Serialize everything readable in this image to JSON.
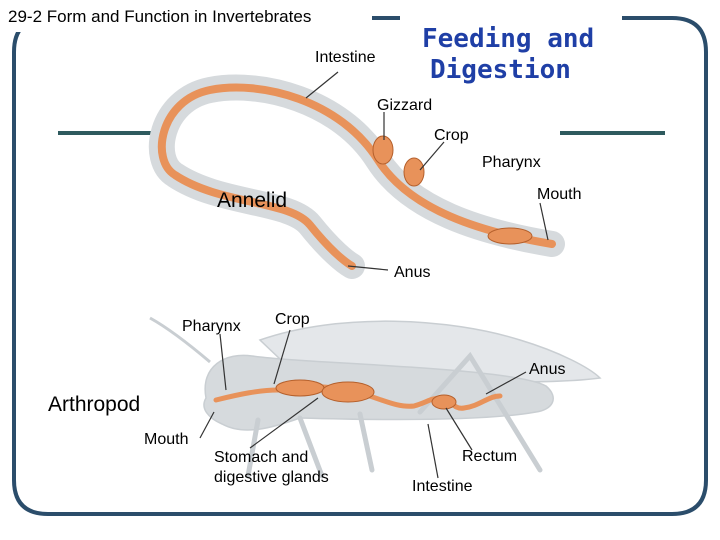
{
  "slide_title": "29-2 Form and Function in Invertebrates",
  "heading": {
    "line1": "Feeding and",
    "line2": "Digestion"
  },
  "annelid": {
    "name": "Annelid",
    "labels": {
      "intestine": "Intestine",
      "gizzard": "Gizzard",
      "crop": "Crop",
      "pharynx": "Pharynx",
      "mouth": "Mouth",
      "anus": "Anus"
    }
  },
  "arthropod": {
    "name": "Arthropod",
    "labels": {
      "pharynx": "Pharynx",
      "crop": "Crop",
      "anus": "Anus",
      "mouth": "Mouth",
      "stomach_line1": "Stomach and",
      "stomach_line2": "digestive glands",
      "rectum": "Rectum",
      "intestine": "Intestine"
    }
  },
  "colors": {
    "frame": "#2b4d6b",
    "rule": "#2e5a5e",
    "heading": "#1f3fa6",
    "gut": "#e8925a",
    "gut_outline": "#b5602c",
    "body": "#d6dadd",
    "title_red": "#cc0000"
  }
}
